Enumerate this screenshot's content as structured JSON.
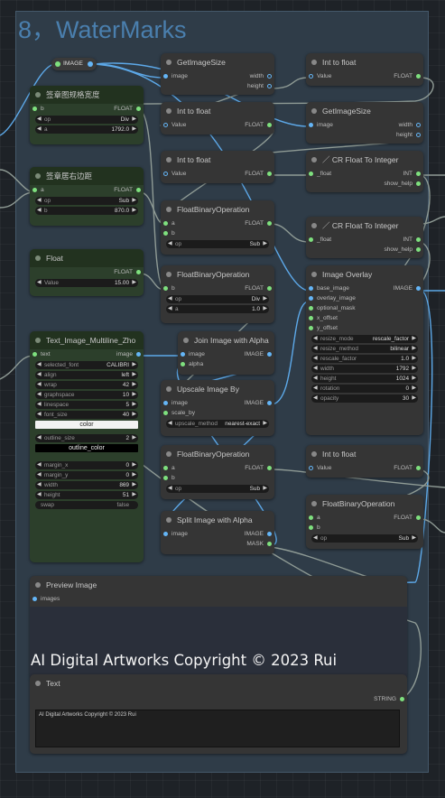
{
  "group": {
    "title": "8，WaterMarks"
  },
  "reroute": {
    "label": "IMAGE"
  },
  "nodes": {
    "get_image_size_1": {
      "title": "GetImageSize",
      "inputs": [
        "image"
      ],
      "outputs": [
        "width",
        "height"
      ]
    },
    "int_to_float_1": {
      "title": "Int to float",
      "inputs": [
        "Value"
      ],
      "outputs": [
        "FLOAT"
      ]
    },
    "signature_width": {
      "title": "签章图规格宽度",
      "inputs": [
        "b"
      ],
      "outputs": [
        "FLOAT"
      ],
      "widgets": [
        {
          "label": "op",
          "value": "Div"
        },
        {
          "label": "a",
          "value": "1792.0"
        }
      ]
    },
    "int_to_float_2": {
      "title": "Int to float",
      "inputs": [
        "Value"
      ],
      "outputs": [
        "FLOAT"
      ]
    },
    "get_image_size_2": {
      "title": "GetImageSize",
      "inputs": [
        "image"
      ],
      "outputs": [
        "width",
        "height"
      ]
    },
    "int_to_float_3": {
      "title": "Int to float",
      "inputs": [
        "Value"
      ],
      "outputs": [
        "FLOAT"
      ]
    },
    "cr_float_to_int_1": {
      "title": "CR Float To Integer",
      "inputs": [
        "_float"
      ],
      "outputs": [
        "INT",
        "show_help"
      ]
    },
    "signature_margin": {
      "title": "签章居右边距",
      "inputs": [
        "a"
      ],
      "outputs": [
        "FLOAT"
      ],
      "widgets": [
        {
          "label": "op",
          "value": "Sub"
        },
        {
          "label": "b",
          "value": "870.0"
        }
      ]
    },
    "float_binary_1": {
      "title": "FloatBinaryOperation",
      "inputs": [
        "a",
        "b"
      ],
      "outputs": [
        "FLOAT"
      ],
      "widgets": [
        {
          "label": "op",
          "value": "Sub"
        }
      ]
    },
    "cr_float_to_int_2": {
      "title": "CR Float To Integer",
      "inputs": [
        "_float"
      ],
      "outputs": [
        "INT",
        "show_help"
      ]
    },
    "float_node": {
      "title": "Float",
      "outputs": [
        "FLOAT"
      ],
      "widgets": [
        {
          "label": "Value",
          "value": "15.00"
        }
      ]
    },
    "float_binary_2": {
      "title": "FloatBinaryOperation",
      "inputs": [
        "b"
      ],
      "outputs": [
        "FLOAT"
      ],
      "widgets": [
        {
          "label": "op",
          "value": "Div"
        },
        {
          "label": "a",
          "value": "1.0"
        }
      ]
    },
    "image_overlay": {
      "title": "Image Overlay",
      "inputs": [
        "base_image",
        "overlay_image",
        "optional_mask",
        "x_offset",
        "y_offset"
      ],
      "outputs": [
        "IMAGE"
      ],
      "widgets": [
        {
          "label": "resize_mode",
          "value": "rescale_factor"
        },
        {
          "label": "resize_method",
          "value": "bilinear"
        },
        {
          "label": "rescale_factor",
          "value": "1.0"
        },
        {
          "label": "width",
          "value": "1792"
        },
        {
          "label": "height",
          "value": "1024"
        },
        {
          "label": "rotation",
          "value": "0"
        },
        {
          "label": "opacity",
          "value": "30"
        }
      ]
    },
    "text_image": {
      "title": "Text_Image_Multiline_Zho",
      "inputs": [
        "text"
      ],
      "outputs": [
        "image"
      ],
      "widgets": [
        {
          "label": "selected_font",
          "value": "CALIBRI"
        },
        {
          "label": "align",
          "value": "left"
        },
        {
          "label": "wrap",
          "value": "42"
        },
        {
          "label": "graphspace",
          "value": "10"
        },
        {
          "label": "linespace",
          "value": "5"
        },
        {
          "label": "font_size",
          "value": "40"
        }
      ],
      "color_label": "color",
      "outline_size": {
        "label": "outline_size",
        "value": "2"
      },
      "outline_color_label": "outline_color",
      "widgets2": [
        {
          "label": "margin_x",
          "value": "0"
        },
        {
          "label": "margin_y",
          "value": "0"
        },
        {
          "label": "width",
          "value": "869"
        },
        {
          "label": "height",
          "value": "51"
        }
      ],
      "swap": {
        "label": "swap",
        "value": "false"
      }
    },
    "join_image_alpha": {
      "title": "Join Image with Alpha",
      "inputs": [
        "image",
        "alpha"
      ],
      "outputs": [
        "IMAGE"
      ]
    },
    "upscale_image_by": {
      "title": "Upscale Image By",
      "inputs": [
        "image",
        "scale_by"
      ],
      "outputs": [
        "IMAGE"
      ],
      "widgets": [
        {
          "label": "upscale_method",
          "value": "nearest-exact"
        }
      ]
    },
    "int_to_float_4": {
      "title": "Int to float",
      "inputs": [
        "Value"
      ],
      "outputs": [
        "FLOAT"
      ]
    },
    "float_binary_3": {
      "title": "FloatBinaryOperation",
      "inputs": [
        "a",
        "b"
      ],
      "outputs": [
        "FLOAT"
      ],
      "widgets": [
        {
          "label": "op",
          "value": "Sub"
        }
      ]
    },
    "float_binary_4": {
      "title": "FloatBinaryOperation",
      "inputs": [
        "a",
        "b"
      ],
      "outputs": [
        "FLOAT"
      ],
      "widgets": [
        {
          "label": "op",
          "value": "Sub"
        }
      ]
    },
    "split_image_alpha": {
      "title": "Split Image with Alpha",
      "inputs": [
        "image"
      ],
      "outputs": [
        "IMAGE",
        "MASK"
      ]
    },
    "preview_image": {
      "title": "Preview Image",
      "inputs": [
        "images"
      ],
      "overlay_text": "AI Digital Artworks Copyright © 2023 Rui"
    },
    "text_node": {
      "title": "Text",
      "outputs": [
        "STRING"
      ],
      "value": "AI Digital Artworks Copyright © 2023 Rui"
    }
  },
  "colors": {
    "image_pin": "#64b5f6",
    "float_pin": "#7ee07e",
    "group_bg": "#2f3c48",
    "group_title": "#4a7fae",
    "wire_image": "#64b5f6",
    "wire_float": "#9aa5a0"
  }
}
